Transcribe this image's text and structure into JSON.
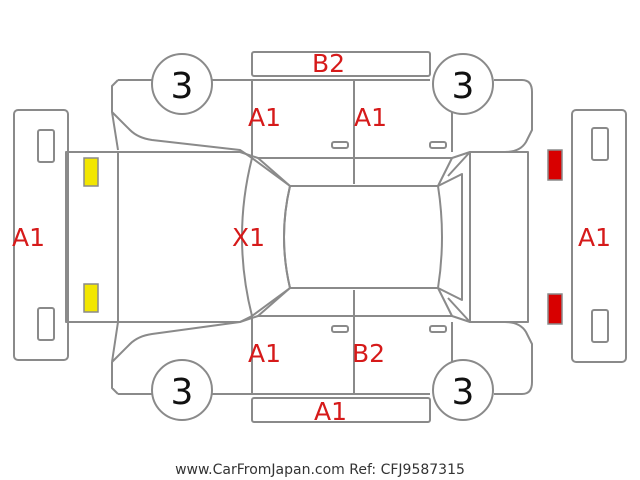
{
  "colors": {
    "outline": "#8a8a8a",
    "code_text": "#d61a1a",
    "front_lights": "#f2e600",
    "rear_lights": "#d80000"
  },
  "wheels": {
    "front_left": "3",
    "rear_left": "3",
    "front_right": "3",
    "rear_right": "3"
  },
  "codes": {
    "front_bumper": "A1",
    "rear_bumper": "A1",
    "hood": "X1",
    "left_front_door": "A1",
    "left_rear_door": "A1",
    "left_rocker": "B2",
    "right_front_door": "A1",
    "right_rear_door": "B2",
    "right_rocker": "A1"
  },
  "footer": "www.CarFromJapan.com Ref: CFJ9587315"
}
